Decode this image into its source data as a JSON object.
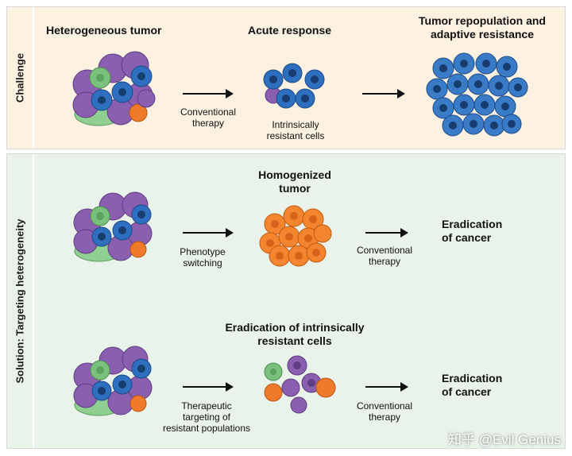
{
  "challenge": {
    "side_label": "Challenge",
    "heterogeneous_tumor": "Heterogeneous tumor",
    "acute_response": "Acute response",
    "repopulation_line1": "Tumor repopulation and",
    "repopulation_line2": "adaptive resistance",
    "therapy_line1": "Conventional",
    "therapy_line2": "therapy",
    "resistant_line1": "Intrinsically",
    "resistant_line2": "resistant cells"
  },
  "solution": {
    "side_label": "Solution: Targeting heterogeneity",
    "homogenized_line1": "Homogenized",
    "homogenized_line2": "tumor",
    "phenotype_line1": "Phenotype",
    "phenotype_line2": "switching",
    "therapy1_line1": "Conventional",
    "therapy1_line2": "therapy",
    "eradication1_line1": "Eradication",
    "eradication1_line2": "of cancer",
    "intrinsic_line1": "Eradication of intrinsically",
    "intrinsic_line2": "resistant cells",
    "targeting_line1": "Therapeutic",
    "targeting_line2": "targeting of",
    "targeting_line3": "resistant populations",
    "therapy2_line1": "Conventional",
    "therapy2_line2": "therapy",
    "eradication2_line1": "Eradication",
    "eradication2_line2": "of cancer"
  },
  "colors": {
    "challenge_bg": "#fdf1e2",
    "solution_bg": "#e9f3ea",
    "purple_cell": "#8a5fb0",
    "blue_cell": "#2f6fc0",
    "green_cell": "#7cc07e",
    "orange_cell": "#f07a2a"
  },
  "watermark": "知乎 @Evil Genius"
}
